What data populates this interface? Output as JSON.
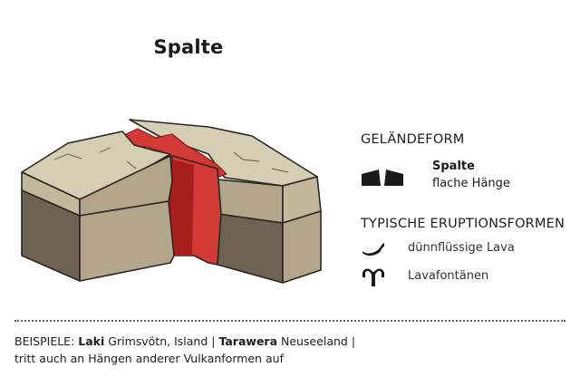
{
  "title": "Spalte",
  "landform": {
    "heading": "GELÄNDEFORM",
    "name": "Spalte",
    "description": "flache Hänge",
    "icon": "fissure-landform-icon"
  },
  "eruption": {
    "heading": "TYPISCHE ERUPTIONSFORMEN",
    "items": [
      {
        "icon": "lava-flow-icon",
        "label": "dünnflüssige Lava"
      },
      {
        "icon": "lava-fountain-icon",
        "label": "Lavafontänen"
      }
    ]
  },
  "examples": {
    "prefix": "BEISPIELE:",
    "example1_name": "Laki",
    "example1_location": "Grimsvötn, Island",
    "separator": "|",
    "example2_name": "Tarawera",
    "example2_location": "Neuseeland",
    "note": "tritt auch an Hängen anderer Vulkanformen auf"
  },
  "colors": {
    "lava": "#d33a35",
    "lava_dark": "#a81e1c",
    "surface": "#d6cdb5",
    "crust_side": "#b3a68a",
    "mantle_side": "#6e6352",
    "outline": "#2b2620"
  }
}
